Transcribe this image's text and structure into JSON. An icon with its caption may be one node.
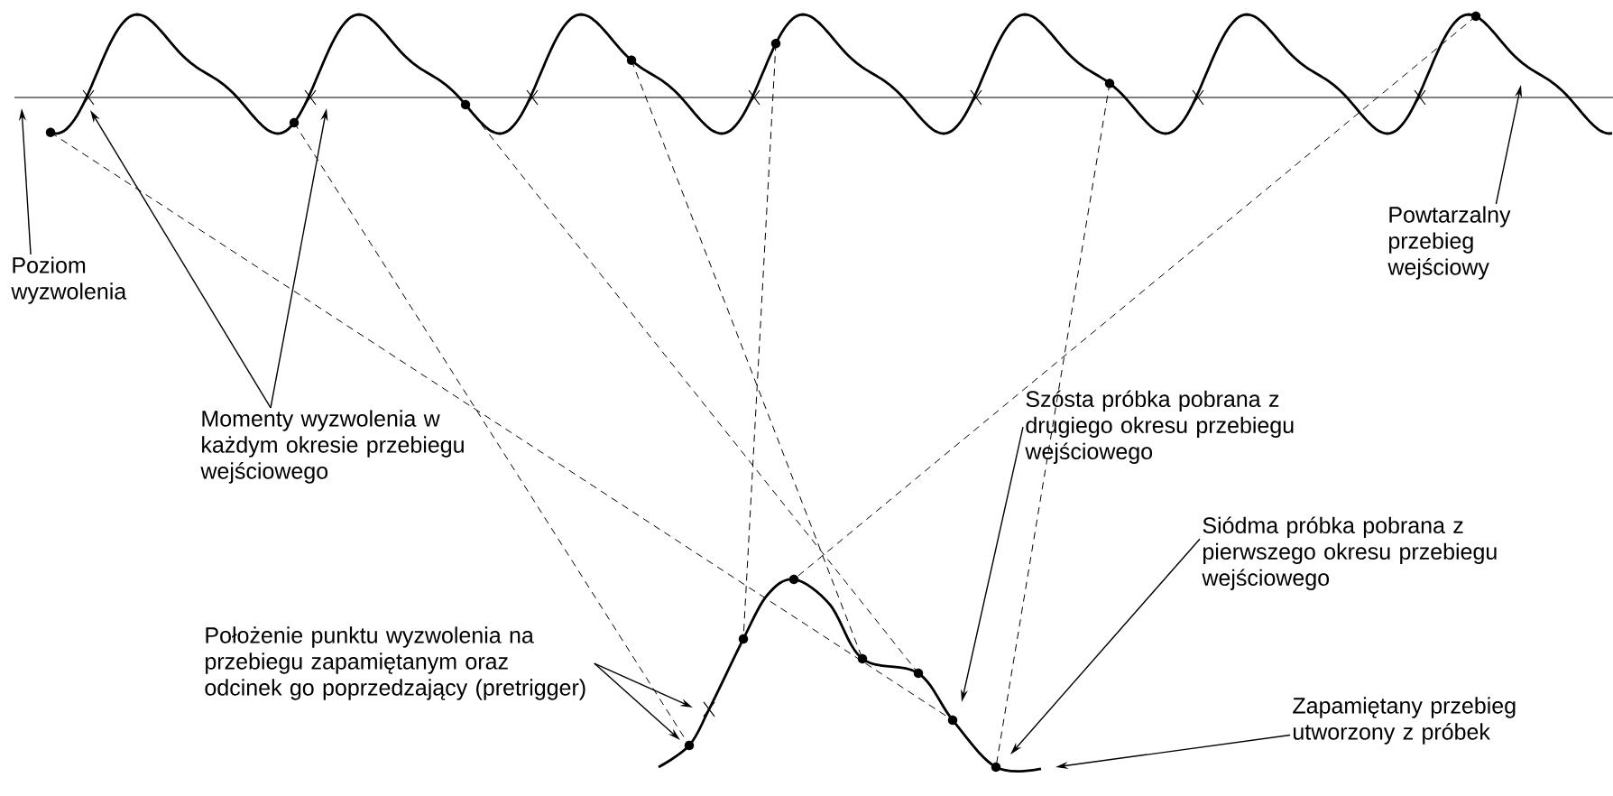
{
  "diagram": {
    "nodes": [
      {
        "text": [
          "Poziom wyzwolenia"
        ]
      },
      {
        "text": [
          "Momenty wyzwolenia w każdym okresie przebiegu wejściowego"
        ]
      },
      {
        "text": [
          "Powtarzalny przebieg wejściowy"
        ]
      },
      {
        "text": [
          "Szósta próbka pobrana z drugiego okresu przebiegu wejściowego"
        ]
      },
      {
        "text": [
          "Siódma próbka pobrana z pierwszego okresu przebiegu wejściowego"
        ]
      },
      {
        "text": [
          "Położenie punktu wyzwolenia na przebiegu zapamiętanym oraz odcinek go poprzedzający (pretrigger)"
        ]
      },
      {
        "text": [
          "Zapamiętany przebieg utworzony z próbek"
        ]
      }
    ],
    "edges": [
      {
        "from": 0,
        "to": null,
        "arrow": "to"
      },
      {
        "from": 1,
        "to": null,
        "arrow": "to"
      },
      {
        "from": 1,
        "to": null,
        "arrow": "to"
      },
      {
        "from": 2,
        "to": null,
        "arrow": "to"
      },
      {
        "from": 3,
        "to": null,
        "arrow": "to"
      },
      {
        "from": 4,
        "to": null,
        "arrow": "to"
      },
      {
        "from": 5,
        "to": null,
        "arrow": "to"
      },
      {
        "from": 5,
        "to": null,
        "arrow": "to"
      },
      {
        "from": 6,
        "to": null,
        "arrow": "to"
      }
    ]
  }
}
